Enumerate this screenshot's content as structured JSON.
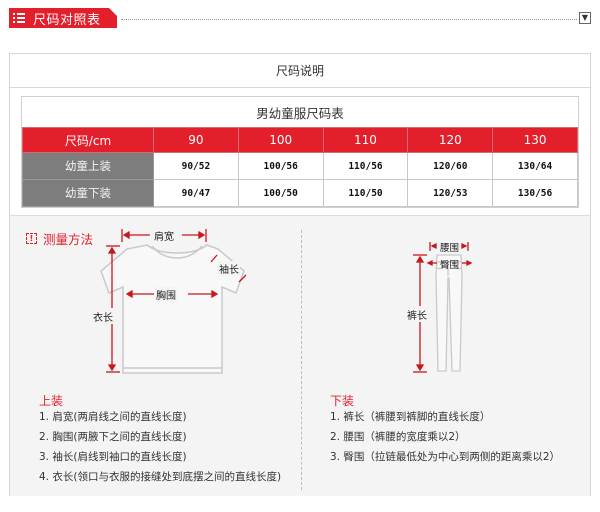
{
  "header": {
    "title": "尺码对照表",
    "title_icon": "list-icon",
    "collapse_icon": "chevron-down-icon"
  },
  "panel": {
    "heading": "尺码说明"
  },
  "size_table": {
    "title": "男幼童服尺码表",
    "unit_header": "尺码/cm",
    "columns": [
      "90",
      "100",
      "110",
      "120",
      "130"
    ],
    "rows": [
      {
        "label": "幼童上装",
        "values": [
          "90/52",
          "100/56",
          "110/56",
          "120/60",
          "130/64"
        ]
      },
      {
        "label": "幼童下装",
        "values": [
          "90/47",
          "100/50",
          "110/50",
          "120/53",
          "130/56"
        ]
      }
    ],
    "colors": {
      "header_bg": "#e41f2c",
      "rowhead_bg": "#7d7d7d"
    }
  },
  "measurement": {
    "title": "测量方法",
    "top": {
      "diagram_labels": {
        "shoulder": "肩宽",
        "sleeve": "袖长",
        "chest": "胸围",
        "length": "衣长"
      },
      "section_name": "上装",
      "items": [
        "1. 肩宽(两肩线之间的直线长度)",
        "2. 胸围(两腋下之间的直线长度)",
        "3. 袖长(肩线到袖口的直线长度)",
        "4. 衣长(领口与衣服的接缝处到底摆之间的直线长度)"
      ]
    },
    "bottom": {
      "diagram_labels": {
        "waist": "腰围",
        "hip": "臀围",
        "length": "裤长"
      },
      "section_name": "下装",
      "items": [
        "1. 裤长（裤腰到裤脚的直线长度）",
        "2. 腰围（裤腰的宽度乘以2）",
        "3. 臀围（拉链最低处为中心到两侧的距离乘以2）"
      ]
    }
  }
}
